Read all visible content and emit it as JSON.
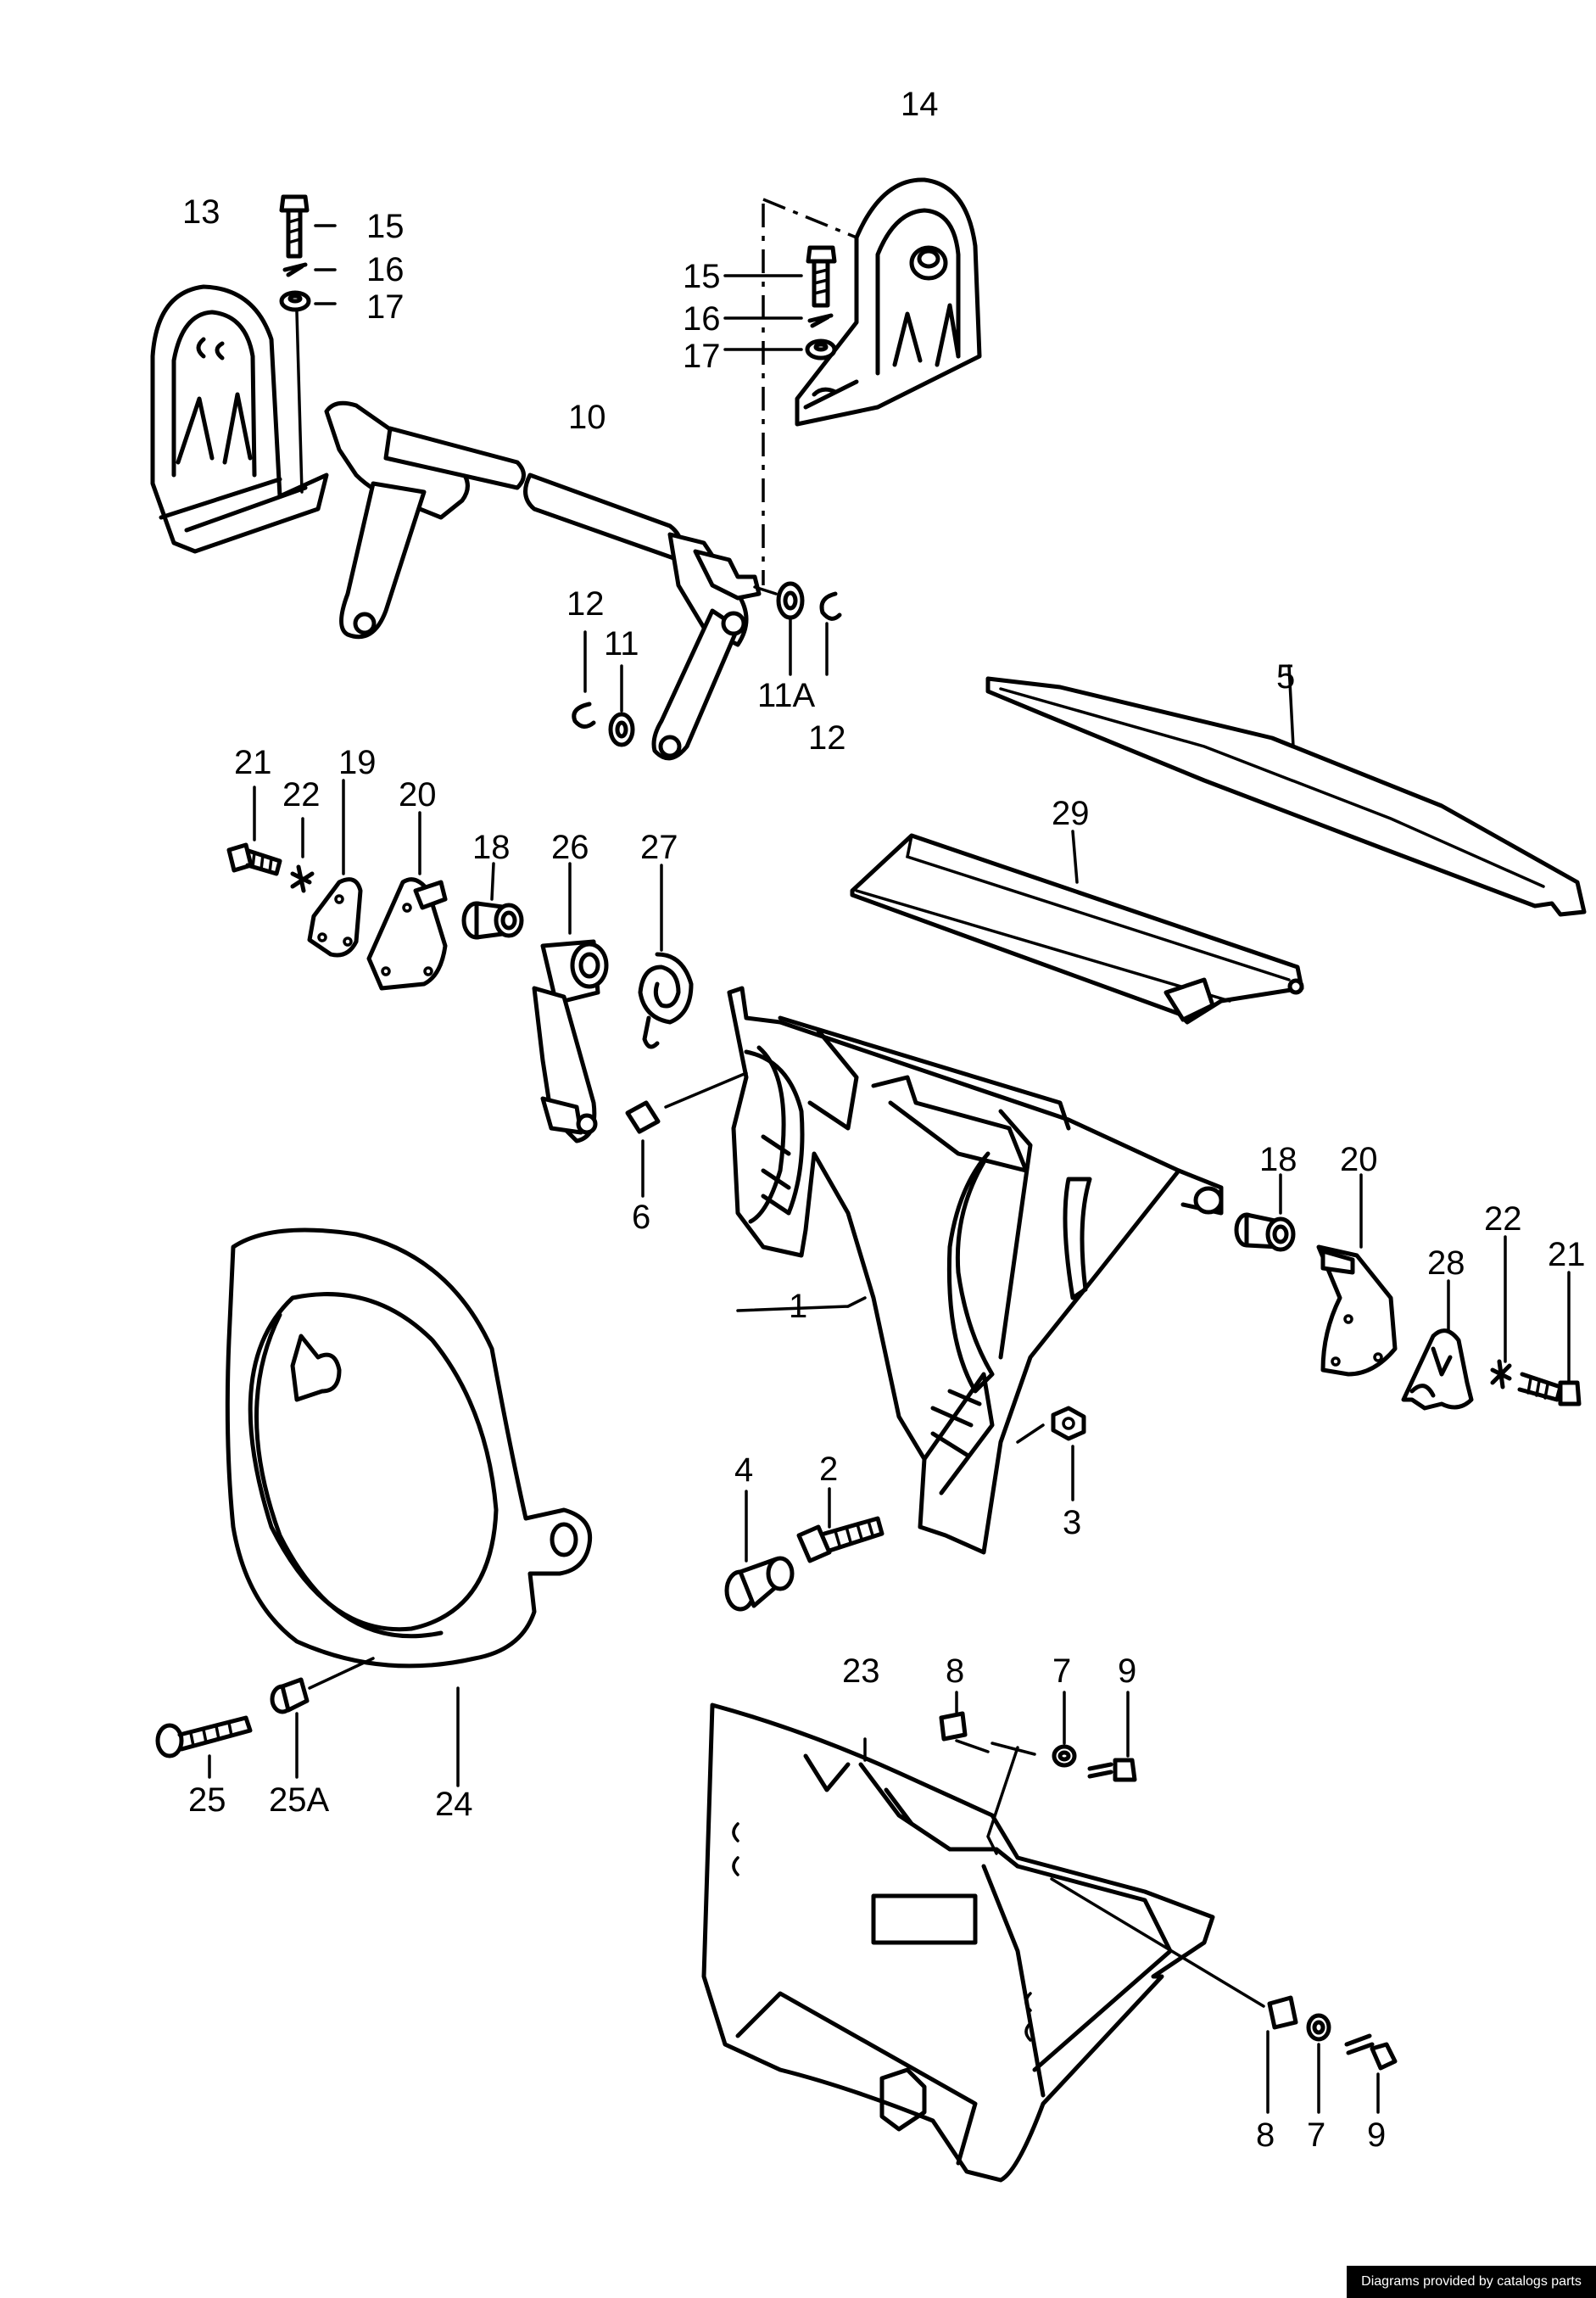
{
  "labels": {
    "l1": "1",
    "l2": "2",
    "l3": "3",
    "l4": "4",
    "l5": "5",
    "l6": "6",
    "l7a": "7",
    "l7b": "7",
    "l8a": "8",
    "l8b": "8",
    "l9a": "9",
    "l9b": "9",
    "l10": "10",
    "l11": "11",
    "l11a": "11A",
    "l12a": "12",
    "l12b": "12",
    "l13": "13",
    "l14": "14",
    "l15a": "15",
    "l15b": "15",
    "l16a": "16",
    "l16b": "16",
    "l17a": "17",
    "l17b": "17",
    "l18a": "18",
    "l18b": "18",
    "l19": "19",
    "l20a": "20",
    "l20b": "20",
    "l21a": "21",
    "l21b": "21",
    "l22a": "22",
    "l22b": "22",
    "l23": "23",
    "l24": "24",
    "l25": "25",
    "l25a": "25A",
    "l26": "26",
    "l27": "27",
    "l28": "28",
    "l29": "29"
  },
  "footer": {
    "credit": "Diagrams provided by catalogs parts"
  }
}
